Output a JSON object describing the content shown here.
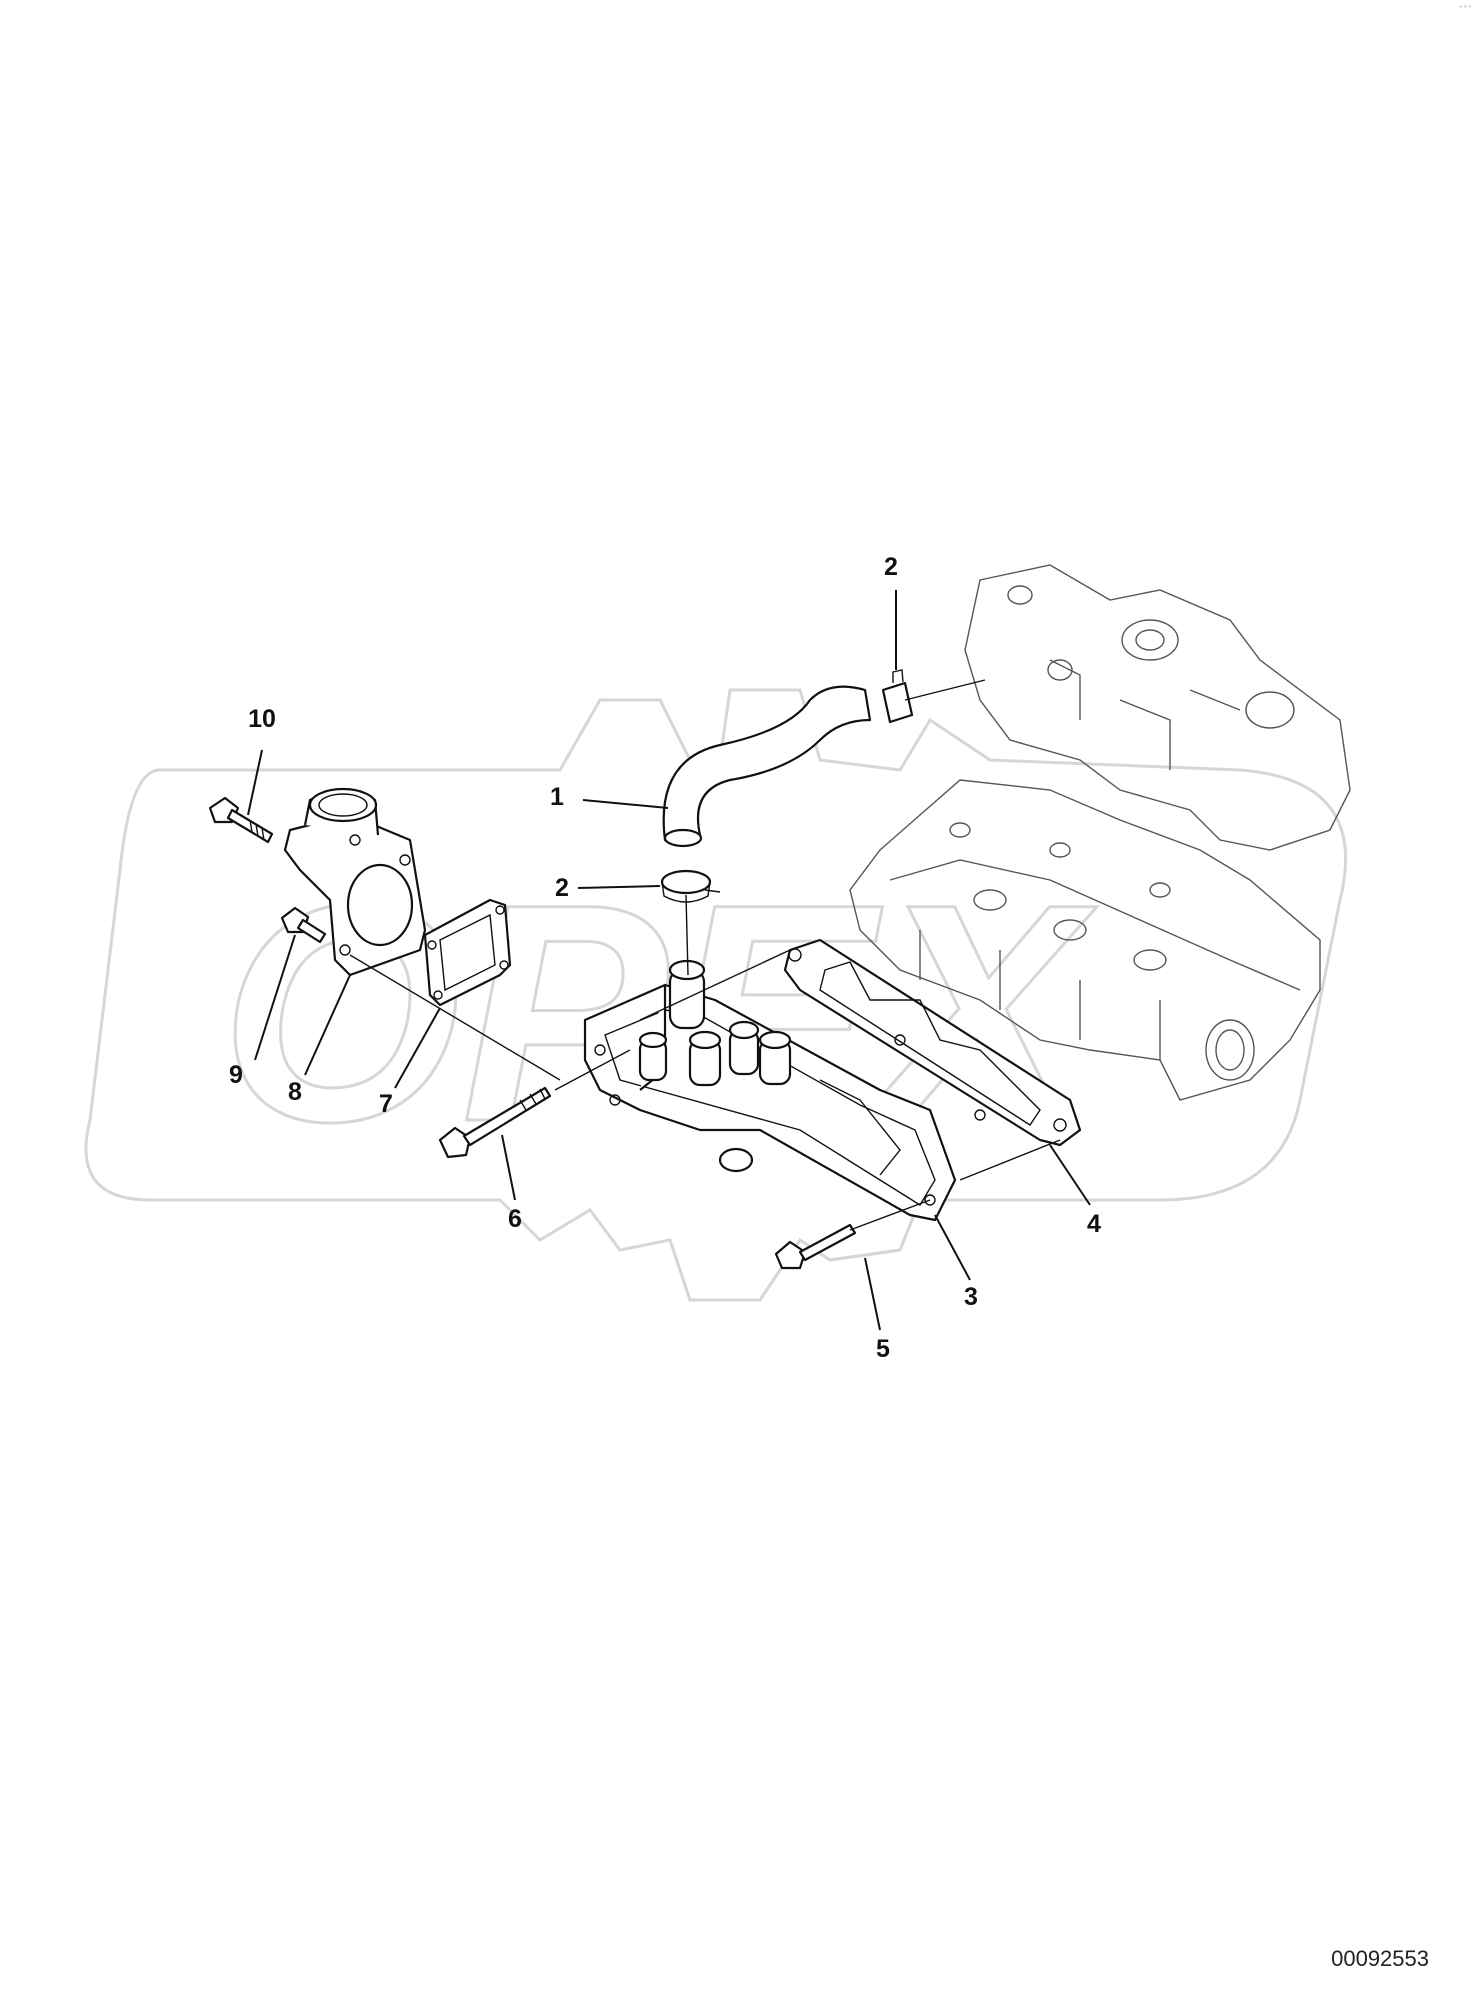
{
  "diagram": {
    "drawing_number": "00092553",
    "corner_mark": "• • •",
    "watermark_text": "OPEX",
    "callouts": [
      {
        "id": "1",
        "label": "1"
      },
      {
        "id": "2a",
        "label": "2"
      },
      {
        "id": "2b",
        "label": "2"
      },
      {
        "id": "3",
        "label": "3"
      },
      {
        "id": "4",
        "label": "4"
      },
      {
        "id": "5",
        "label": "5"
      },
      {
        "id": "6",
        "label": "6"
      },
      {
        "id": "7",
        "label": "7"
      },
      {
        "id": "8",
        "label": "8"
      },
      {
        "id": "9",
        "label": "9"
      },
      {
        "id": "10",
        "label": "10"
      }
    ]
  }
}
